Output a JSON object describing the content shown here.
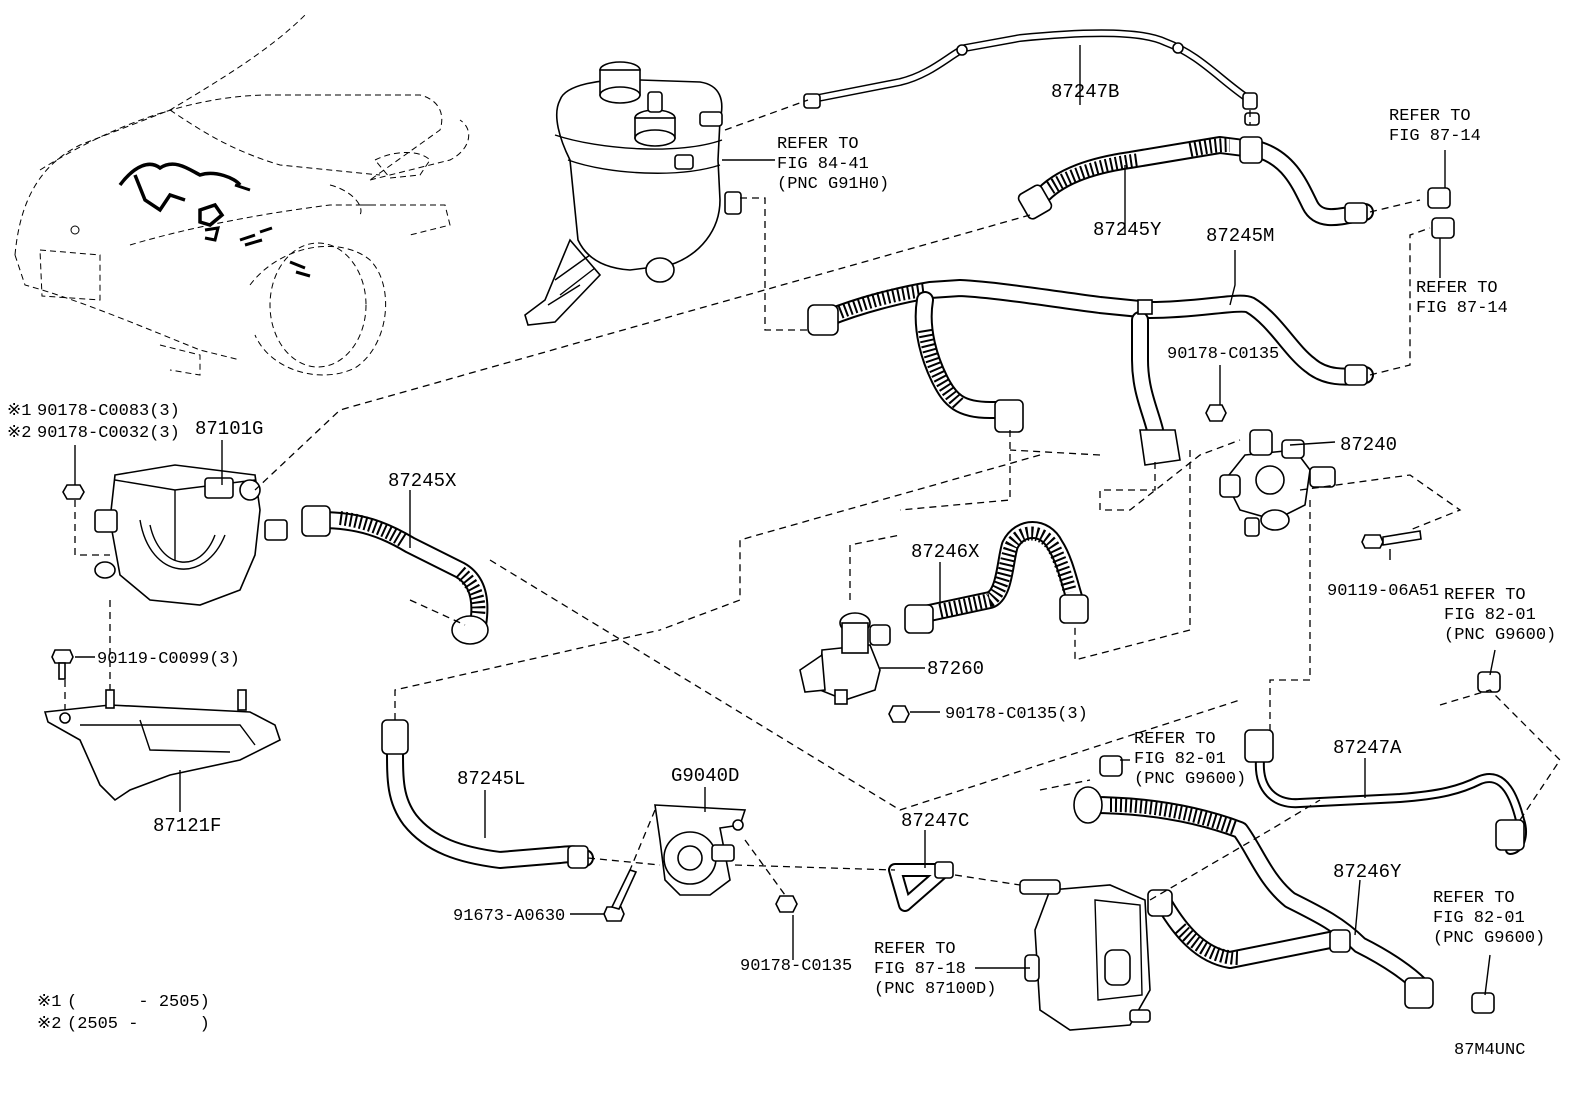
{
  "diagram_code": "87M4UNC",
  "notes": {
    "n1_mark": "※1",
    "n1_range": "(      - 2505)",
    "n2_mark": "※2",
    "n2_range": "(2505 -      )"
  },
  "parts": {
    "p87247B": "87247B",
    "p87245Y": "87245Y",
    "p87245M": "87245M",
    "p87101G": "87101G",
    "p87245X": "87245X",
    "p87240": "87240",
    "p87246X": "87246X",
    "p87260": "87260",
    "p87245L": "87245L",
    "pG9040D": "G9040D",
    "p87247C": "87247C",
    "p87247A": "87247A",
    "p87246Y": "87246Y",
    "p87121F": "87121F"
  },
  "fasteners": {
    "f_c0083": "90178-C0083(3)",
    "f_c0032": "90178-C0032(3)",
    "f_c0099": "90119-C0099(3)",
    "f_c0135_a": "90178-C0135",
    "f_06a51": "90119-06A51",
    "f_c0135_3": "90178-C0135(3)",
    "f_a0630": "91673-A0630",
    "f_c0135_b": "90178-C0135"
  },
  "refs": {
    "r1": {
      "line1": "REFER TO",
      "line2": "FIG 84-41",
      "line3": "(PNC G91H0)"
    },
    "r2": {
      "line1": "REFER TO",
      "line2": "FIG 87-14"
    },
    "r3": {
      "line1": "REFER TO",
      "line2": "FIG 87-14"
    },
    "r4": {
      "line1": "REFER TO",
      "line2": "FIG 82-01",
      "line3": "(PNC G9600)"
    },
    "r5": {
      "line1": "REFER TO",
      "line2": "FIG 82-01",
      "line3": "(PNC G9600)"
    },
    "r6": {
      "line1": "REFER TO",
      "line2": "FIG 87-18",
      "line3": "(PNC 87100D)"
    },
    "r7": {
      "line1": "REFER TO",
      "line2": "FIG 82-01",
      "line3": "(PNC G9600)"
    }
  }
}
